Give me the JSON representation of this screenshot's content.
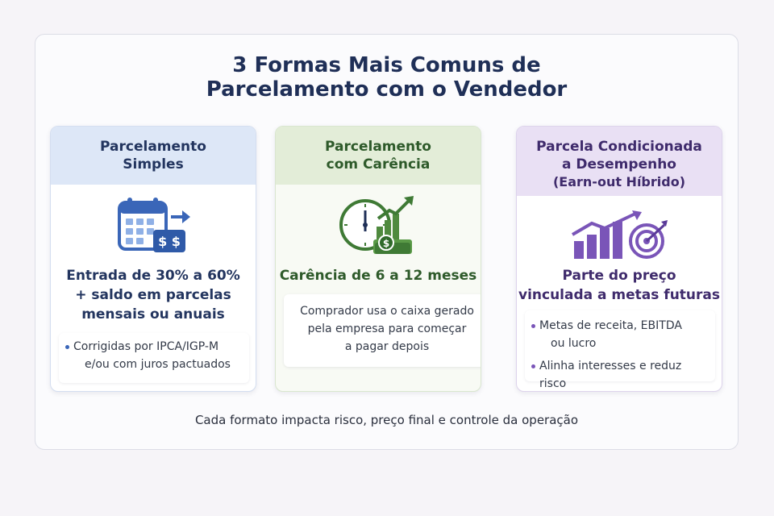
{
  "title": {
    "line1": "3 Formas Mais Comuns de",
    "line2": "Parcelamento com o Vendedor"
  },
  "cards": [
    {
      "heading": [
        "Parcelamento",
        "Simples"
      ],
      "icon": "calendar-money-icon",
      "main": [
        "Entrada de 30% a 60%",
        "+ saldo em parcelas",
        "mensais ou anuais"
      ],
      "detail": [
        "Corrigidas por IPCA/IGP-M",
        "e/ou com juros pactuados"
      ],
      "accent": "#3a66b8"
    },
    {
      "heading": [
        "Parcelamento",
        "com Carência"
      ],
      "icon": "clock-cash-growth-icon",
      "main": [
        "Carência de 6 a 12 meses"
      ],
      "detail": [
        "Comprador usa o caixa gerado",
        "pela empresa para começar",
        "a pagar depois"
      ],
      "accent": "#3f7a35"
    },
    {
      "heading": [
        "Parcela Condicionada",
        "a Desempenho",
        "(Earn-out Híbrido)"
      ],
      "icon": "bar-chart-target-icon",
      "main": [
        "Parte do preço",
        "vinculada a metas futuras"
      ],
      "detail": [
        [
          "Metas de receita, EBITDA",
          "ou lucro"
        ],
        "Alinha interesses e reduz risco"
      ],
      "accent": "#7a55b8"
    }
  ],
  "footer": "Cada formato impacta risco, preço final e controle da operação"
}
